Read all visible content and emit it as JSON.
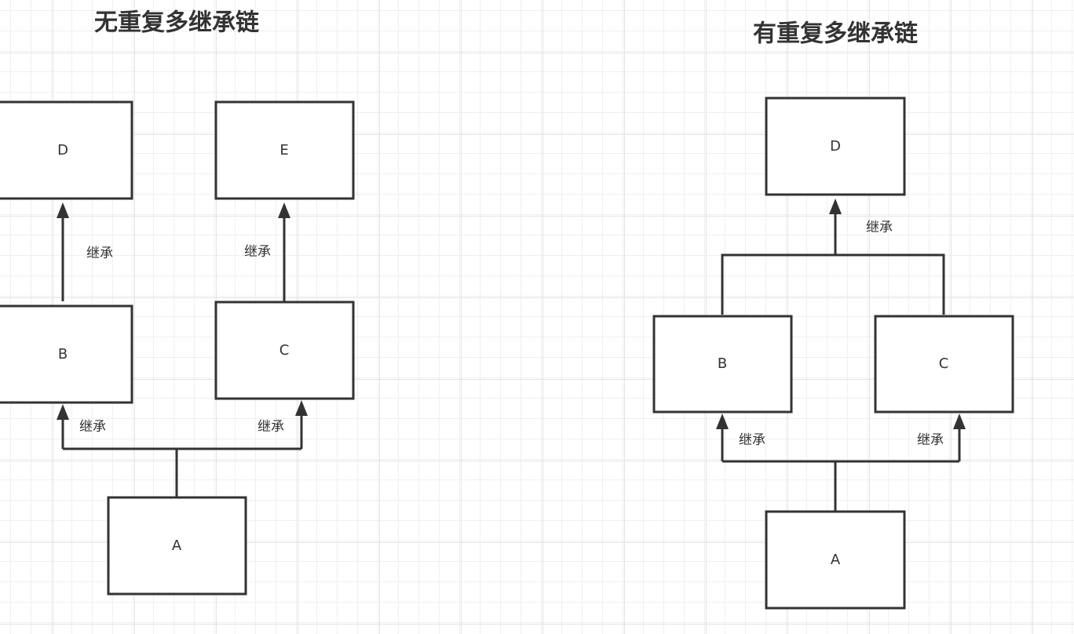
{
  "left": {
    "title": "无重复多继承链",
    "nodes": {
      "D": "D",
      "E": "E",
      "B": "B",
      "C": "C",
      "A": "A"
    },
    "edge_labels": [
      "继承",
      "继承",
      "继承",
      "继承"
    ]
  },
  "right": {
    "title": "有重复多继承链",
    "nodes": {
      "D": "D",
      "B": "B",
      "C": "C",
      "A": "A"
    },
    "edge_labels": [
      "继承",
      "继承",
      "继承"
    ]
  }
}
